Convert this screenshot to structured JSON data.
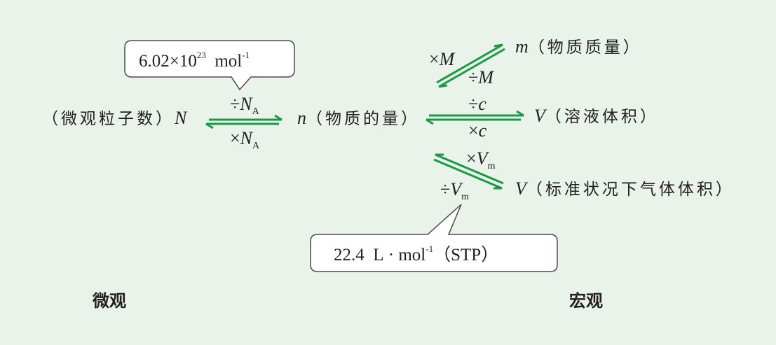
{
  "colors": {
    "background": "#e9f3e9",
    "arrow": "#1a9a46",
    "arrow_highlight": "#bfe8c8",
    "callout_border": "#4a4a4a",
    "callout_fill": "#ffffff"
  },
  "callout_avogadro": {
    "mantissa": "6.02",
    "times": "×",
    "base": "10",
    "exp": "23",
    "unit": "mol",
    "unit_exp": "-1"
  },
  "callout_vm": {
    "value": "22.4",
    "unit_l": "L",
    "dot": "·",
    "unit_mol": "mol",
    "unit_exp": "-1",
    "condition_open": "（",
    "condition": "STP",
    "condition_close": "）"
  },
  "nodes": {
    "particles": {
      "label": "（微观粒子数）",
      "symbol": "N"
    },
    "amount": {
      "symbol": "n",
      "label": "（物质的量）"
    },
    "mass": {
      "symbol": "m",
      "label": "（物质质量）"
    },
    "solution_volume": {
      "symbol": "V",
      "label": "（溶液体积）"
    },
    "gas_volume": {
      "symbol": "V",
      "label": "（标准状况下气体体积）"
    }
  },
  "operations": {
    "div_na": {
      "op": "÷",
      "sym": "N",
      "sub": "A"
    },
    "mul_na": {
      "op": "×",
      "sym": "N",
      "sub": "A"
    },
    "mul_m": {
      "op": "×",
      "sym": "M"
    },
    "div_m": {
      "op": "÷",
      "sym": "M"
    },
    "div_c": {
      "op": "÷",
      "sym": "c"
    },
    "mul_c": {
      "op": "×",
      "sym": "c"
    },
    "mul_vm": {
      "op": "×",
      "sym": "V",
      "sub": "m"
    },
    "div_vm": {
      "op": "÷",
      "sym": "V",
      "sub": "m"
    }
  },
  "regions": {
    "micro": "微观",
    "macro": "宏观"
  }
}
